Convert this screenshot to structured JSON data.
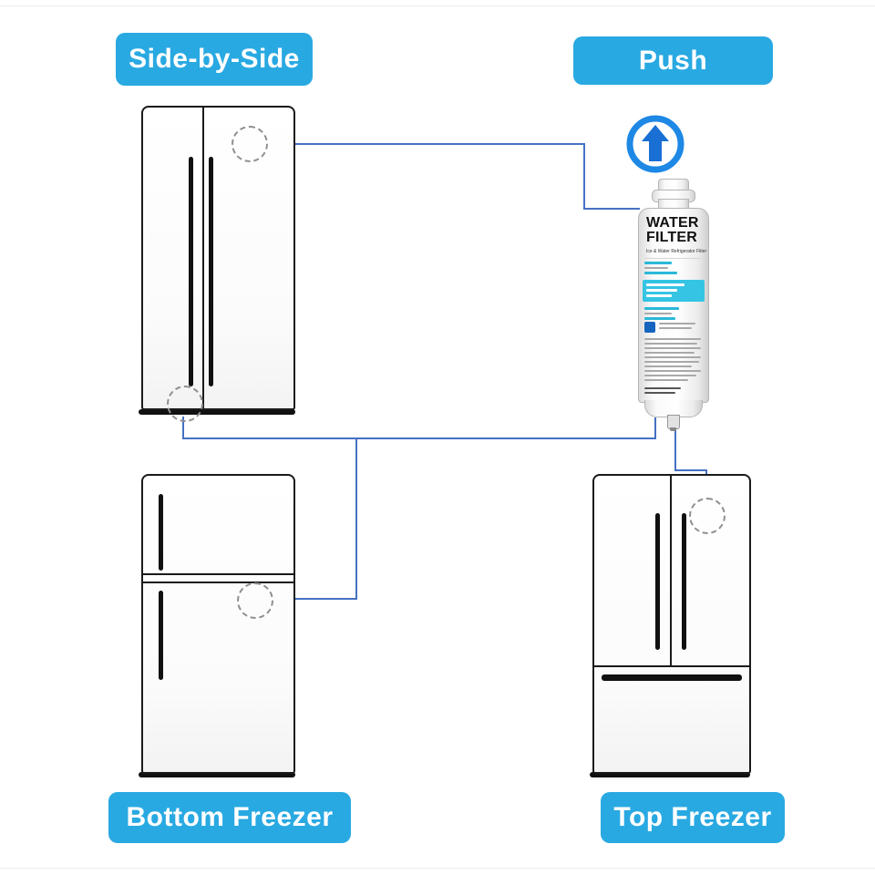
{
  "badges": {
    "side_by_side": "Side-by-Side",
    "push": "Push",
    "bottom_freezer": "Bottom Freezer",
    "top_freezer": "Top Freezer"
  },
  "filter_label": {
    "title_line1": "WATER",
    "title_line2": "FILTER",
    "subtitle": "Ice & Water Refrigerator Filter"
  },
  "colors": {
    "badge_blue": "#29A9E2",
    "connector_blue": "#4571C4",
    "push_ring_blue": "#1E88E5",
    "push_arrow_blue": "#1A6FD4",
    "label_cyan": "#35C4E3",
    "outline_black": "#1a1a1a"
  },
  "icons": {
    "push_arrow": "up-arrow-icon",
    "location_marker": "dashed-circle"
  }
}
